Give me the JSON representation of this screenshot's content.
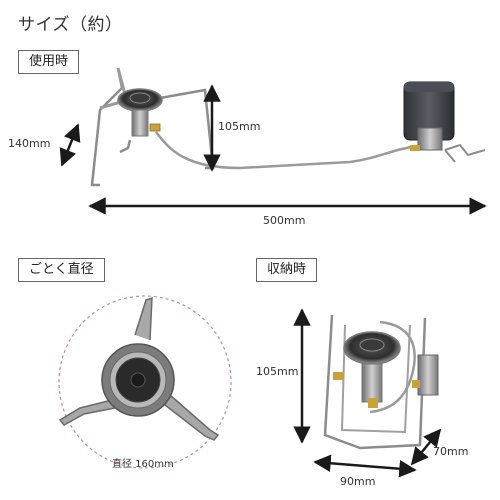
{
  "title": "サイズ（約）",
  "sections": {
    "in_use": {
      "label": "使用時",
      "dims": {
        "depth": "140mm",
        "height": "105mm",
        "length": "500mm"
      }
    },
    "pot_support": {
      "label": "ごとく直径",
      "dims": {
        "diameter": "直径 160mm"
      }
    },
    "stored": {
      "label": "収納時",
      "dims": {
        "height": "105mm",
        "width": "90mm",
        "depth": "70mm"
      }
    }
  },
  "colors": {
    "arrow": "#1a1a1a",
    "circle_dash": "#c8889a",
    "metal": "#8a8a8a",
    "canister": "#3f4247"
  }
}
